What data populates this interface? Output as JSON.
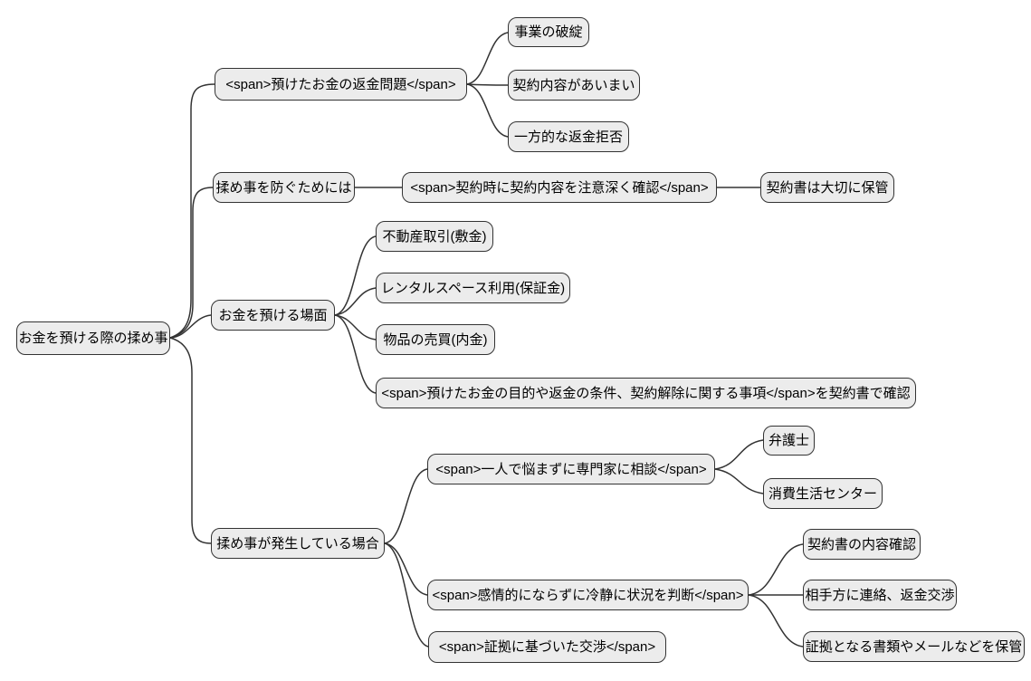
{
  "diagram": {
    "type": "mindmap-flowchart",
    "direction": "left-to-right",
    "background_color": "#ffffff",
    "node_fill_color": "#ececec",
    "node_border_color": "#333333",
    "link_color": "#333333",
    "text_color": "#000000"
  },
  "nodes": {
    "root": {
      "label": "お金を預ける際の揉め事"
    },
    "refund_problem": {
      "label": "<span>預けたお金の返金問題</span>"
    },
    "business_failure": {
      "label": "事業の破綻"
    },
    "vague_contract": {
      "label": "契約内容があいまい"
    },
    "unilateral_refusal": {
      "label": "一方的な返金拒否"
    },
    "prevent_trouble": {
      "label": "揉め事を防ぐためには"
    },
    "check_contract_carefully": {
      "label": "<span>契約時に契約内容を注意深く確認</span>"
    },
    "keep_contract_safe": {
      "label": "契約書は大切に保管"
    },
    "deposit_situations": {
      "label": "お金を預ける場面"
    },
    "real_estate": {
      "label": "不動産取引(敷金)"
    },
    "rental_space": {
      "label": "レンタルスペース利用(保証金)"
    },
    "goods_sale": {
      "label": "物品の売買(内金)"
    },
    "confirm_in_contract": {
      "label": "<span>預けたお金の目的や返金の条件、契約解除に関する事項</span>を契約書で確認"
    },
    "trouble_occurring": {
      "label": "揉め事が発生している場合"
    },
    "consult_expert": {
      "label": "<span>一人で悩まずに専門家に相談</span>"
    },
    "lawyer": {
      "label": "弁護士"
    },
    "consumer_center": {
      "label": "消費生活センター"
    },
    "stay_calm": {
      "label": "<span>感情的にならずに冷静に状況を判断</span>"
    },
    "check_contract_contents": {
      "label": "契約書の内容確認"
    },
    "contact_negotiate": {
      "label": "相手方に連絡、返金交渉"
    },
    "keep_evidence": {
      "label": "証拠となる書類やメールなどを保管"
    },
    "evidence_negotiation": {
      "label": "<span>証拠に基づいた交渉</span>"
    }
  },
  "edges": [
    [
      "root",
      "refund_problem"
    ],
    [
      "root",
      "prevent_trouble"
    ],
    [
      "root",
      "deposit_situations"
    ],
    [
      "root",
      "trouble_occurring"
    ],
    [
      "refund_problem",
      "business_failure"
    ],
    [
      "refund_problem",
      "vague_contract"
    ],
    [
      "refund_problem",
      "unilateral_refusal"
    ],
    [
      "prevent_trouble",
      "check_contract_carefully"
    ],
    [
      "check_contract_carefully",
      "keep_contract_safe"
    ],
    [
      "deposit_situations",
      "real_estate"
    ],
    [
      "deposit_situations",
      "rental_space"
    ],
    [
      "deposit_situations",
      "goods_sale"
    ],
    [
      "deposit_situations",
      "confirm_in_contract"
    ],
    [
      "trouble_occurring",
      "consult_expert"
    ],
    [
      "trouble_occurring",
      "stay_calm"
    ],
    [
      "trouble_occurring",
      "evidence_negotiation"
    ],
    [
      "consult_expert",
      "lawyer"
    ],
    [
      "consult_expert",
      "consumer_center"
    ],
    [
      "stay_calm",
      "check_contract_contents"
    ],
    [
      "stay_calm",
      "contact_negotiate"
    ],
    [
      "stay_calm",
      "keep_evidence"
    ]
  ]
}
